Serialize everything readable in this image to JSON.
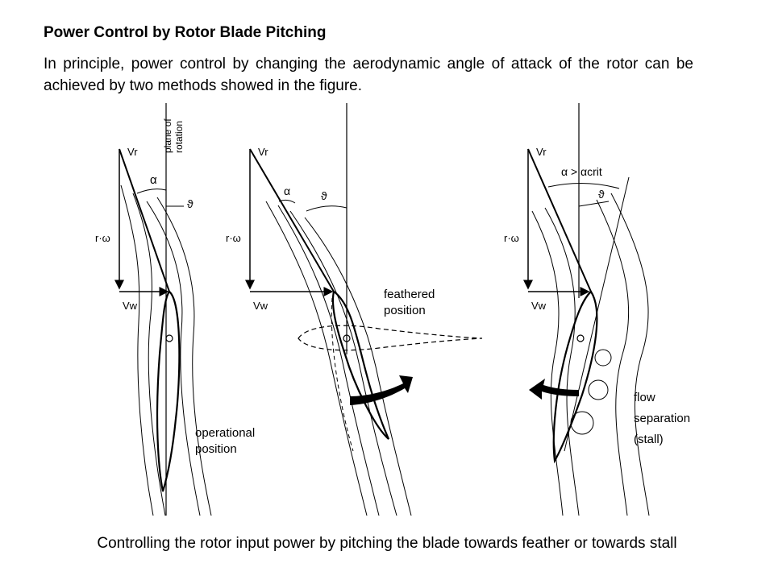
{
  "page": {
    "title": "Power Control by Rotor Blade Pitching",
    "paragraph": "In principle, power control by changing the aerodynamic angle of attack of the rotor can be achieved by two methods showed in the figure.",
    "caption": "Controlling the rotor input power by pitching the blade towards feather or towards stall"
  },
  "figure": {
    "panel1": {
      "plane_label_line1": "plane of",
      "plane_label_line2": "rotation",
      "vr": "Vr",
      "rw": "r·ω",
      "vw": "Vw",
      "alpha": "α",
      "theta": "ϑ",
      "position_line1": "operational",
      "position_line2": "position"
    },
    "panel2": {
      "vr": "Vr",
      "rw": "r·ω",
      "vw": "Vw",
      "alpha": "α",
      "theta": "ϑ",
      "position_line1": "feathered",
      "position_line2": "position"
    },
    "panel3": {
      "vr": "Vr",
      "rw": "r·ω",
      "vw": "Vw",
      "alpha_crit": "α > αcrit",
      "theta": "ϑ",
      "flow_line1": "flow",
      "flow_line2": "separation",
      "flow_line3": "(stall)"
    }
  }
}
